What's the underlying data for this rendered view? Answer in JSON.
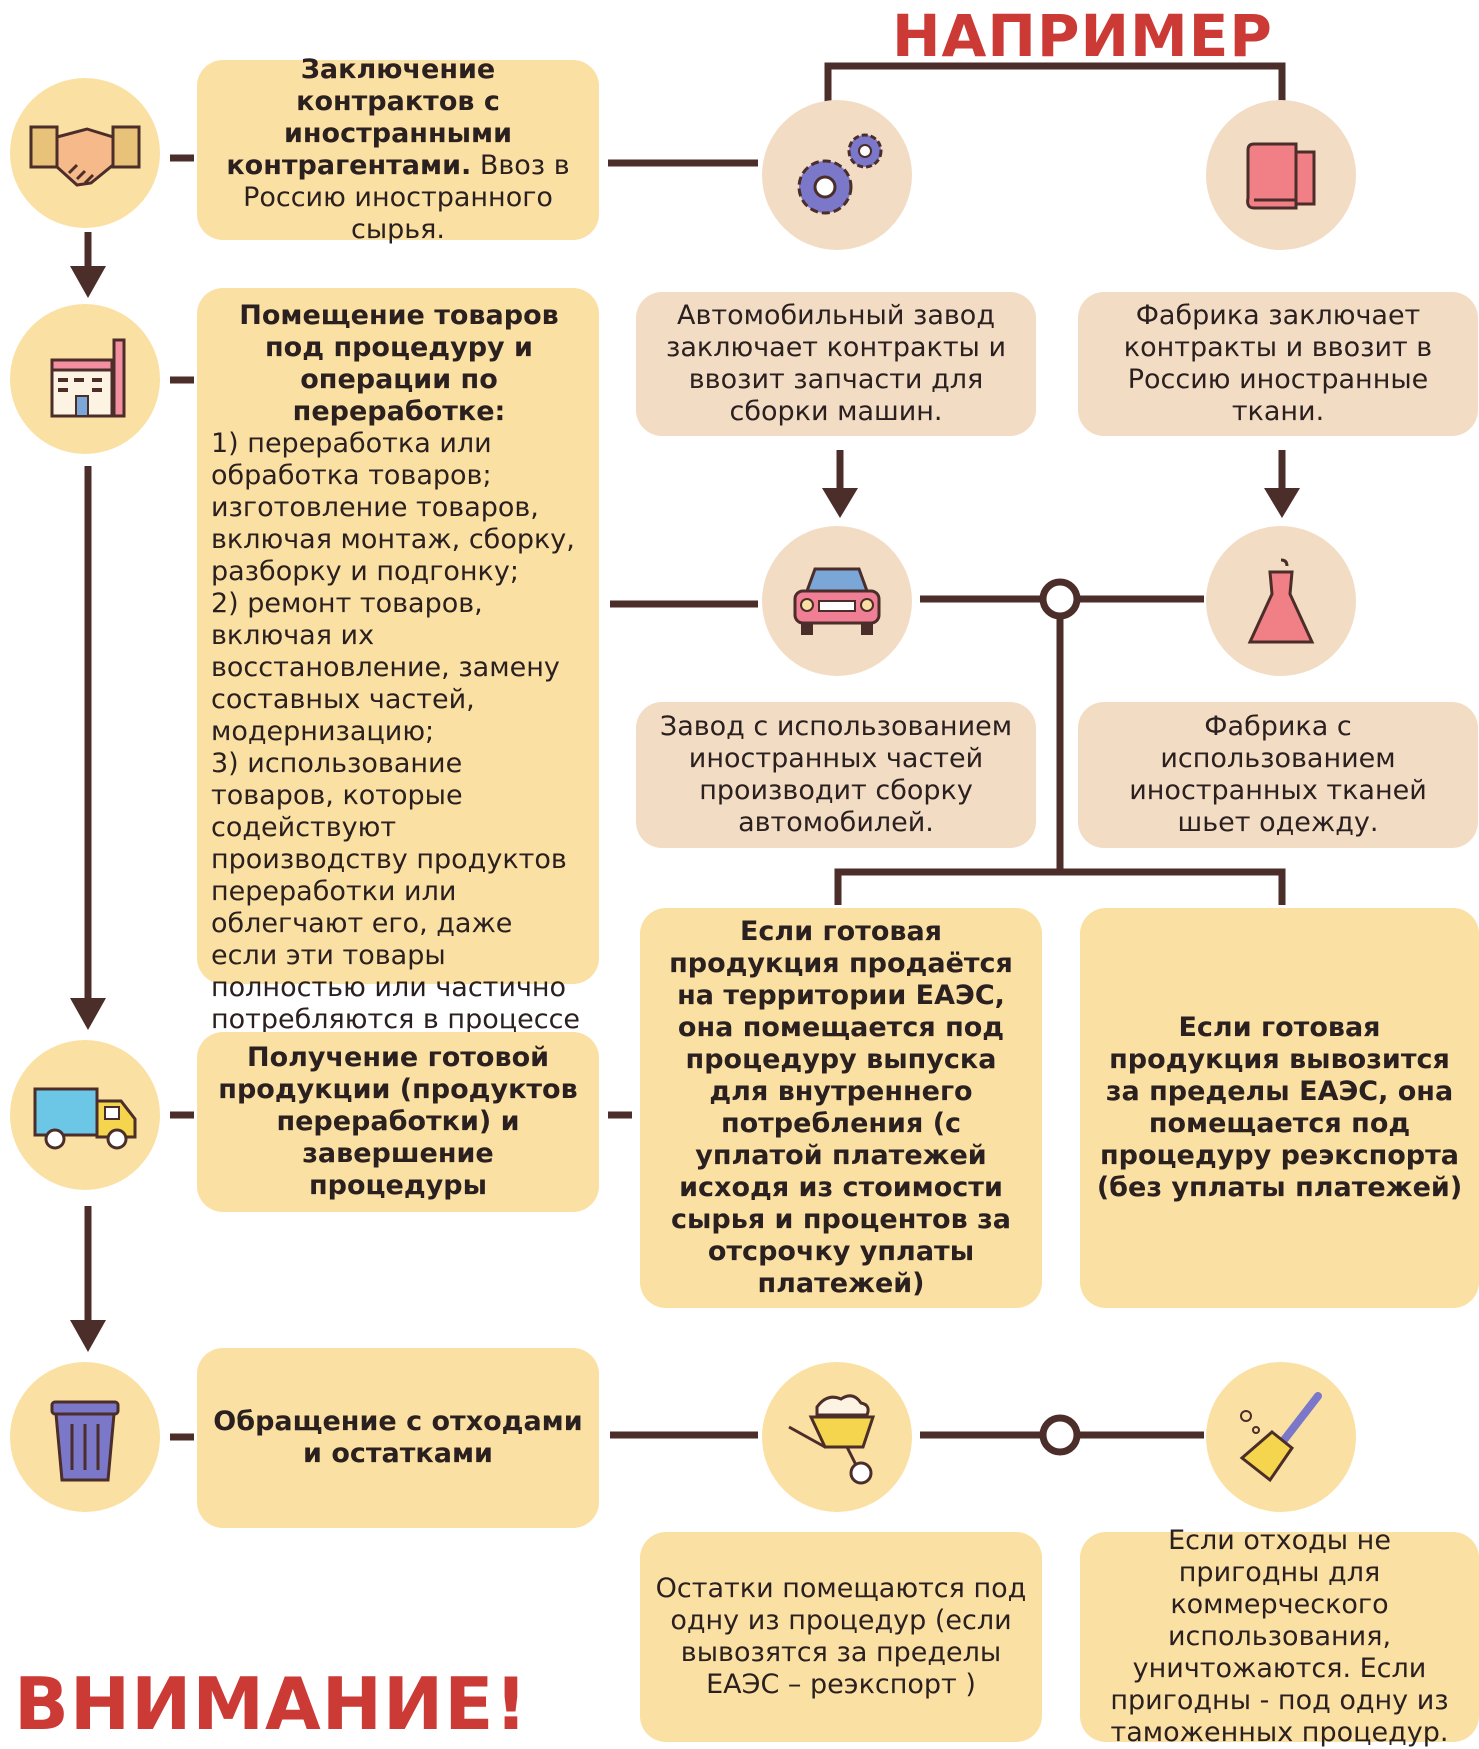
{
  "colors": {
    "accent_red": "#cc3a36",
    "connector": "#4b2d29",
    "box_yellow": "#fbe0a3",
    "box_peach": "#f3dcc4"
  },
  "header": {
    "example_label": "НАПРИМЕР"
  },
  "footer": {
    "attention_label": "ВНИМАНИЕ!"
  },
  "steps": [
    {
      "icon": "handshake-icon",
      "bold": "Заключение контрактов с иностранными контрагентами.",
      "text": " Ввоз в Россию иностранного сырья."
    },
    {
      "icon": "factory-icon",
      "bold": "Помещение товаров под процедуру и операции по переработке:",
      "text": "1) переработка или обработка товаров; изготовление товаров, включая монтаж, сборку, разборку и подгонку;\n2) ремонт товаров, включая их восстановление, замену составных частей, модернизацию;\n3) использование товаров, которые содействуют производству продуктов переработки или облегчают его, даже если эти товары полностью или частично потребляются в процессе переработки."
    },
    {
      "icon": "truck-icon",
      "bold": "Получение готовой продукции (продуктов переработки) и завершение процедуры",
      "text": ""
    },
    {
      "icon": "trash-can-icon",
      "bold": "Обращение с отходами и остатками",
      "text": ""
    }
  ],
  "examples": {
    "car_plant": {
      "icon_top": "gears-icon",
      "contract_text": "Автомобильный завод заключает контракты и ввозит запчасти для сборки машин.",
      "icon_mid": "car-icon",
      "assembly_text": "Завод с использованием иностранных частей производит сборку автомобилей."
    },
    "clothing_factory": {
      "icon_top": "fabric-icon",
      "contract_text": "Фабрика заключает контракты и ввозит в Россию иностранные ткани.",
      "icon_mid": "dress-icon",
      "assembly_text": "Фабрика с использованием иностранных тканей шьет одежду."
    }
  },
  "outcomes": {
    "domestic": "Если готовая продукция продаётся на территории ЕАЭС, она помещается под процедуру выпуска для внутреннего потребления (с уплатой платежей исходя из стоимости сырья и процентов за отсрочку уплаты платежей)",
    "reexport": "Если готовая продукция вывозится за пределы ЕАЭС, она помещается под процедуру реэкспорта (без уплаты платежей)"
  },
  "waste": {
    "icon_left": "wheelbarrow-icon",
    "icon_right": "broom-icon",
    "remnants_text": "Остатки помещаются под одну из процедур (если вывозятся за пределы ЕАЭС – реэкспорт )",
    "waste_text": "Если отходы не пригодны для коммерческого использования, уничтожаются. Если пригодны - под одну из таможенных процедур."
  }
}
